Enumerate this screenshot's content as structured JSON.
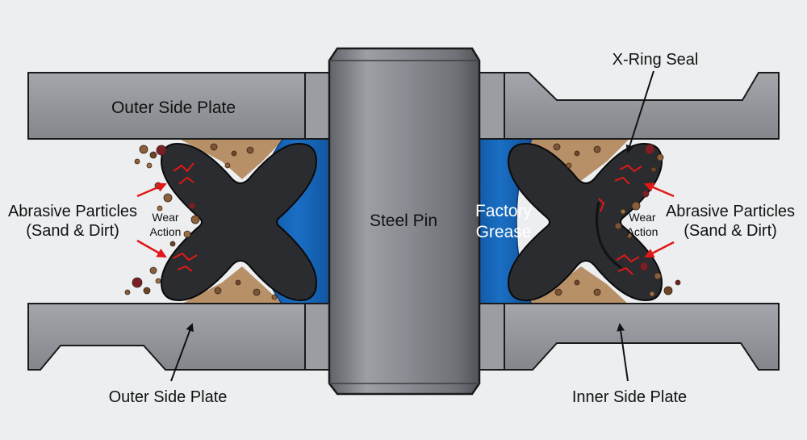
{
  "labels": {
    "outer_side_plate_top": "Outer Side Plate",
    "outer_side_plate_bottom": "Outer Side Plate",
    "inner_side_plate": "Inner Side Plate",
    "steel_pin": "Steel Pin",
    "factory_grease_line1": "Factory",
    "factory_grease_line2": "Grease",
    "x_ring_seal": "X-Ring Seal",
    "abrasive_left_line1": "Abrasive Particles",
    "abrasive_left_line2": "(Sand & Dirt)",
    "abrasive_right_line1": "Abrasive Particles",
    "abrasive_right_line2": "(Sand & Dirt)",
    "wear_left_line1": "Wear",
    "wear_left_line2": "Action",
    "wear_right_line1": "Wear",
    "wear_right_line2": "Action"
  },
  "colors": {
    "background": "#eceef0",
    "plate": "#8d9196",
    "plate_outline": "#1a1a1a",
    "pin": "#8a8e93",
    "grease": "#1565b8",
    "seal": "#2b2c2f",
    "sand": "#b79067",
    "particle": "#7a5436",
    "crack": "#e01818",
    "arrow_red": "#e01818"
  }
}
